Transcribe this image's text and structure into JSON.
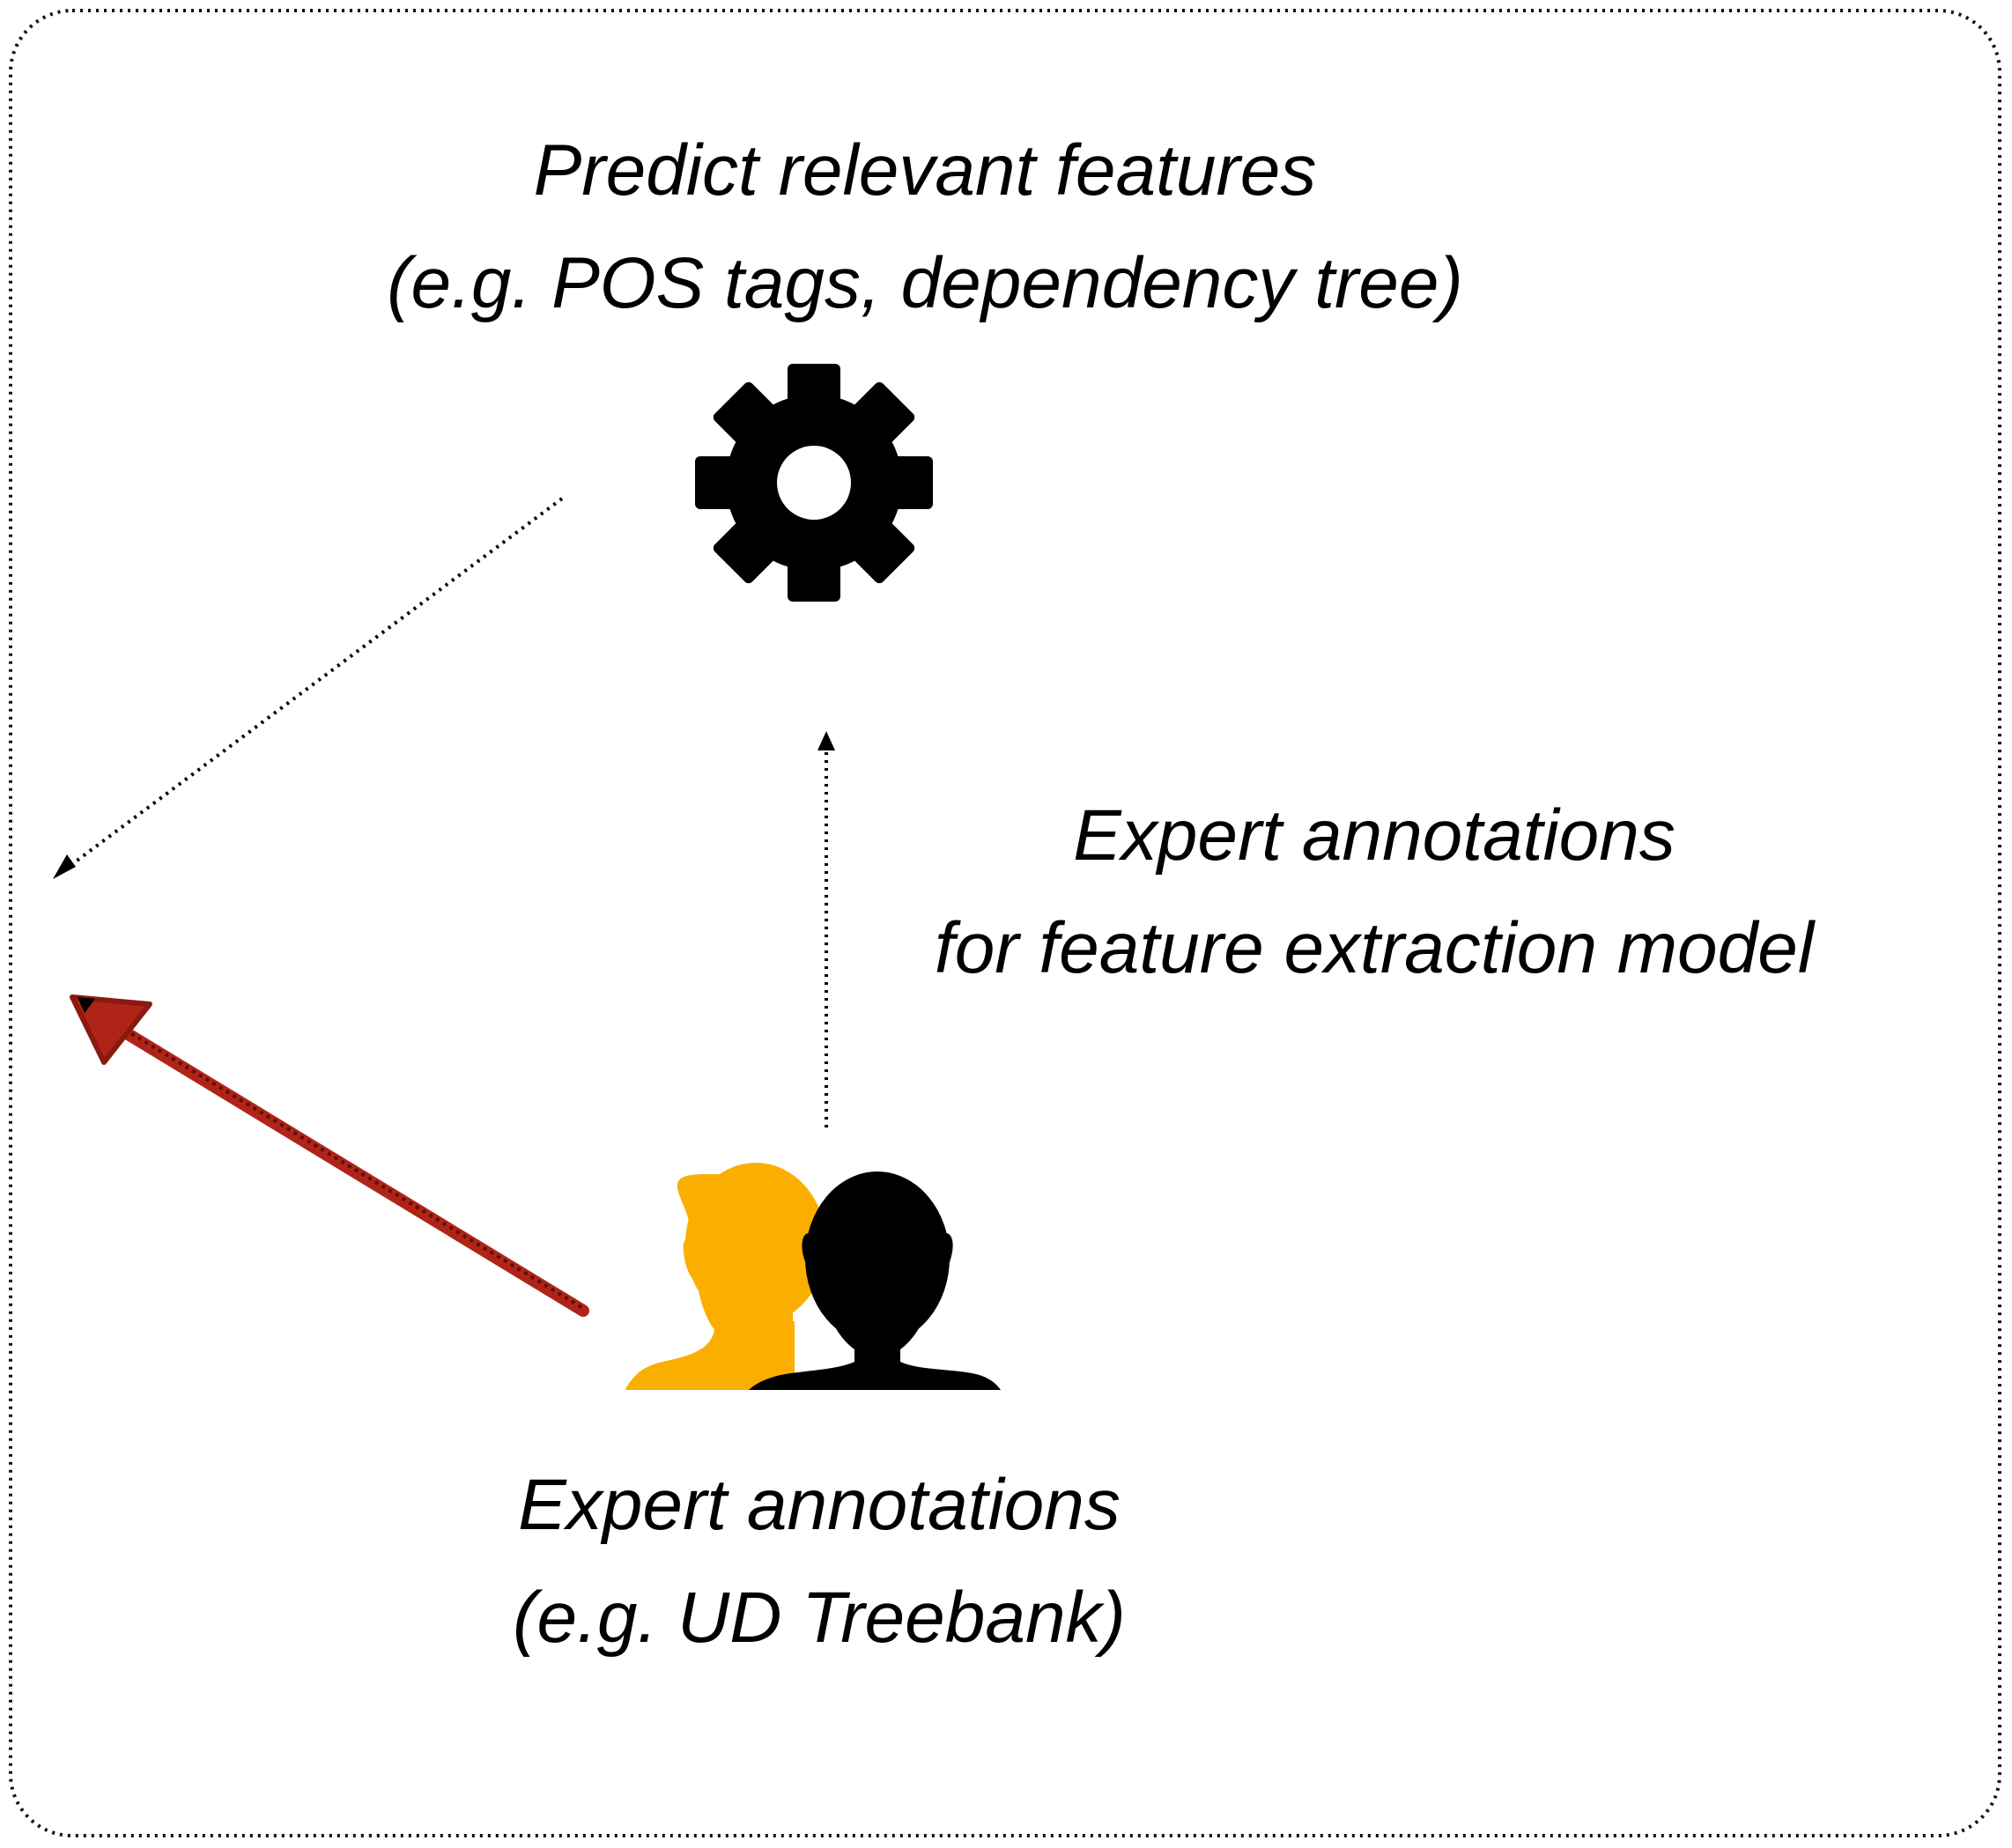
{
  "diagram": {
    "top_label": {
      "line1": "Predict relevant features",
      "line2": "(e.g. POS tags, dependency tree)"
    },
    "right_label": {
      "line1": "Expert annotations",
      "line2": "for feature extraction model"
    },
    "bottom_label": {
      "line1": "Expert annotations",
      "line2": "(e.g. UD Treebank)"
    },
    "icons": {
      "gear": "gear-icon",
      "people": "people-icon"
    },
    "colors": {
      "border": "#111111",
      "icon_dark": "#000000",
      "person_accent": "#FAAF00",
      "highlight_arrow": "#B02418"
    }
  }
}
